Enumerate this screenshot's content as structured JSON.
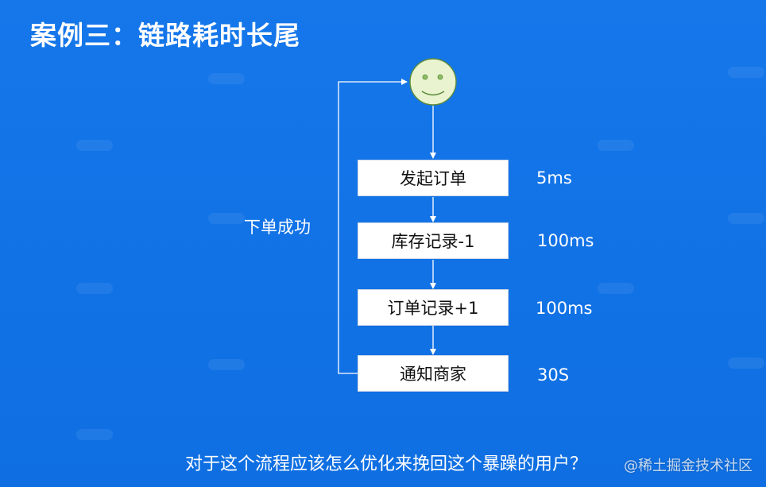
{
  "title": "案例三：链路耗时长尾",
  "diagram": {
    "loop_label": "下单成功",
    "steps": [
      {
        "label": "发起订单",
        "time": "5ms"
      },
      {
        "label": "库存记录-1",
        "time": "100ms"
      },
      {
        "label": "订单记录+1",
        "time": "100ms"
      },
      {
        "label": "通知商家",
        "time": "30S"
      }
    ],
    "user_icon": "smiley-face-icon"
  },
  "question": "对于这个流程应该怎么优化来挽回这个暴躁的用户？",
  "watermark": "@稀土掘金技术社区",
  "colors": {
    "background": "#1174e8",
    "face_fill": "#e9f3cf",
    "face_stroke": "#5a8a3a",
    "connector": "#ffffff",
    "box_fill": "#ffffff"
  }
}
